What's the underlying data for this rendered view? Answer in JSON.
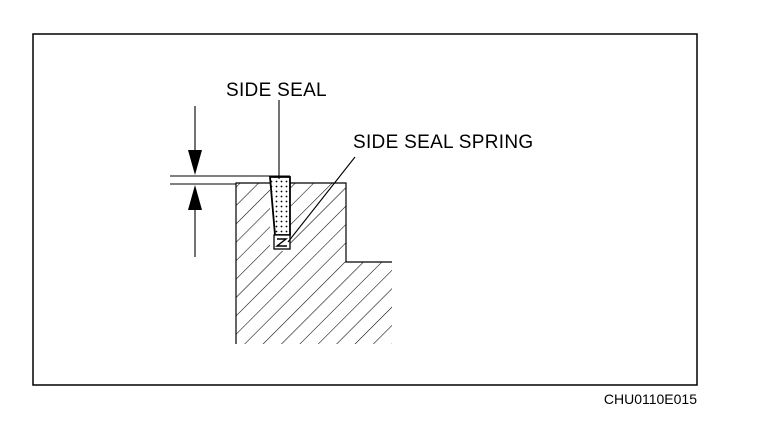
{
  "labels": {
    "side_seal": "SIDE SEAL",
    "side_seal_spring": "SIDE SEAL SPRING",
    "figure_code": "CHU0110E015"
  },
  "colors": {
    "line": "#000000",
    "background": "#ffffff"
  },
  "icons": {
    "up_arrow": "arrow-up-icon",
    "down_arrow": "arrow-down-icon"
  }
}
